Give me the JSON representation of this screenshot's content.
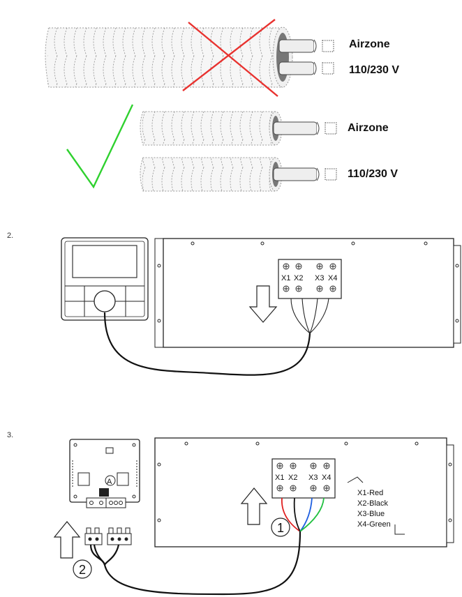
{
  "section1": {
    "top_cable_labels": [
      "Airzone",
      "110/230 V"
    ],
    "bottom_cable_labels": [
      "Airzone",
      "110/230 V"
    ],
    "colors": {
      "cross": "#e8322f",
      "check": "#2fd12f"
    },
    "icons": [
      "cross-mark-icon",
      "check-mark-icon"
    ]
  },
  "section2": {
    "step": "2.",
    "terminals": [
      "X1",
      "X2",
      "X3",
      "X4"
    ],
    "icons": [
      "down-arrow-icon"
    ]
  },
  "section3": {
    "step": "3.",
    "terminals": [
      "X1",
      "X2",
      "X3",
      "X4"
    ],
    "wire_legend": [
      "X1-Red",
      "X2-Black",
      "X3-Blue",
      "X4-Green"
    ],
    "wire_colors": [
      "#e02020",
      "#111111",
      "#2060e0",
      "#20c040"
    ],
    "callouts": [
      "1",
      "2"
    ],
    "board_mark": "A",
    "icons": [
      "up-arrow-icon"
    ]
  }
}
